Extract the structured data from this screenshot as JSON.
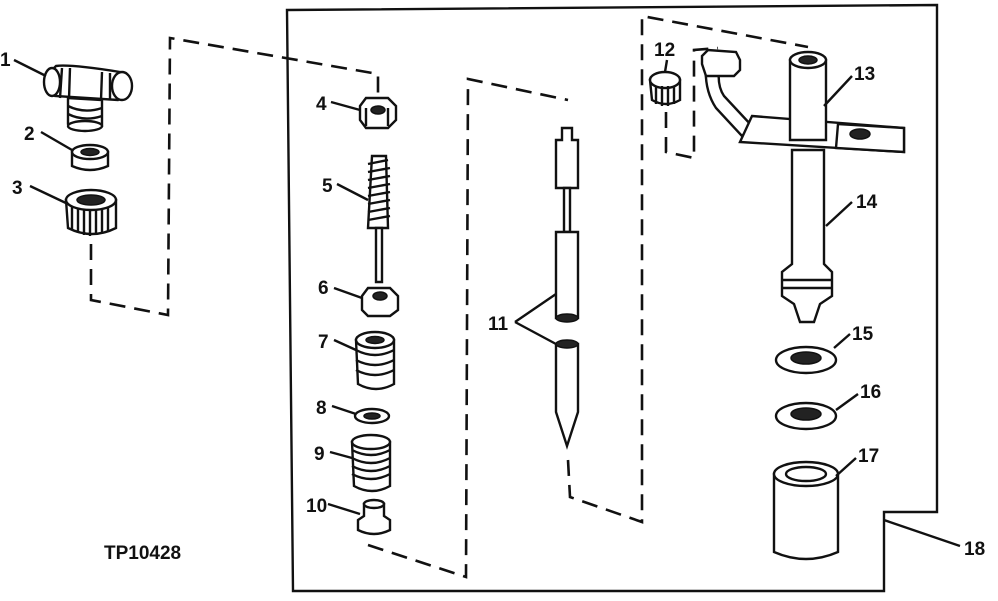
{
  "figure_code": "TP10428",
  "callouts": [
    "1",
    "2",
    "3",
    "4",
    "5",
    "6",
    "7",
    "8",
    "9",
    "10",
    "11",
    "12",
    "13",
    "14",
    "15",
    "16",
    "17",
    "18"
  ]
}
